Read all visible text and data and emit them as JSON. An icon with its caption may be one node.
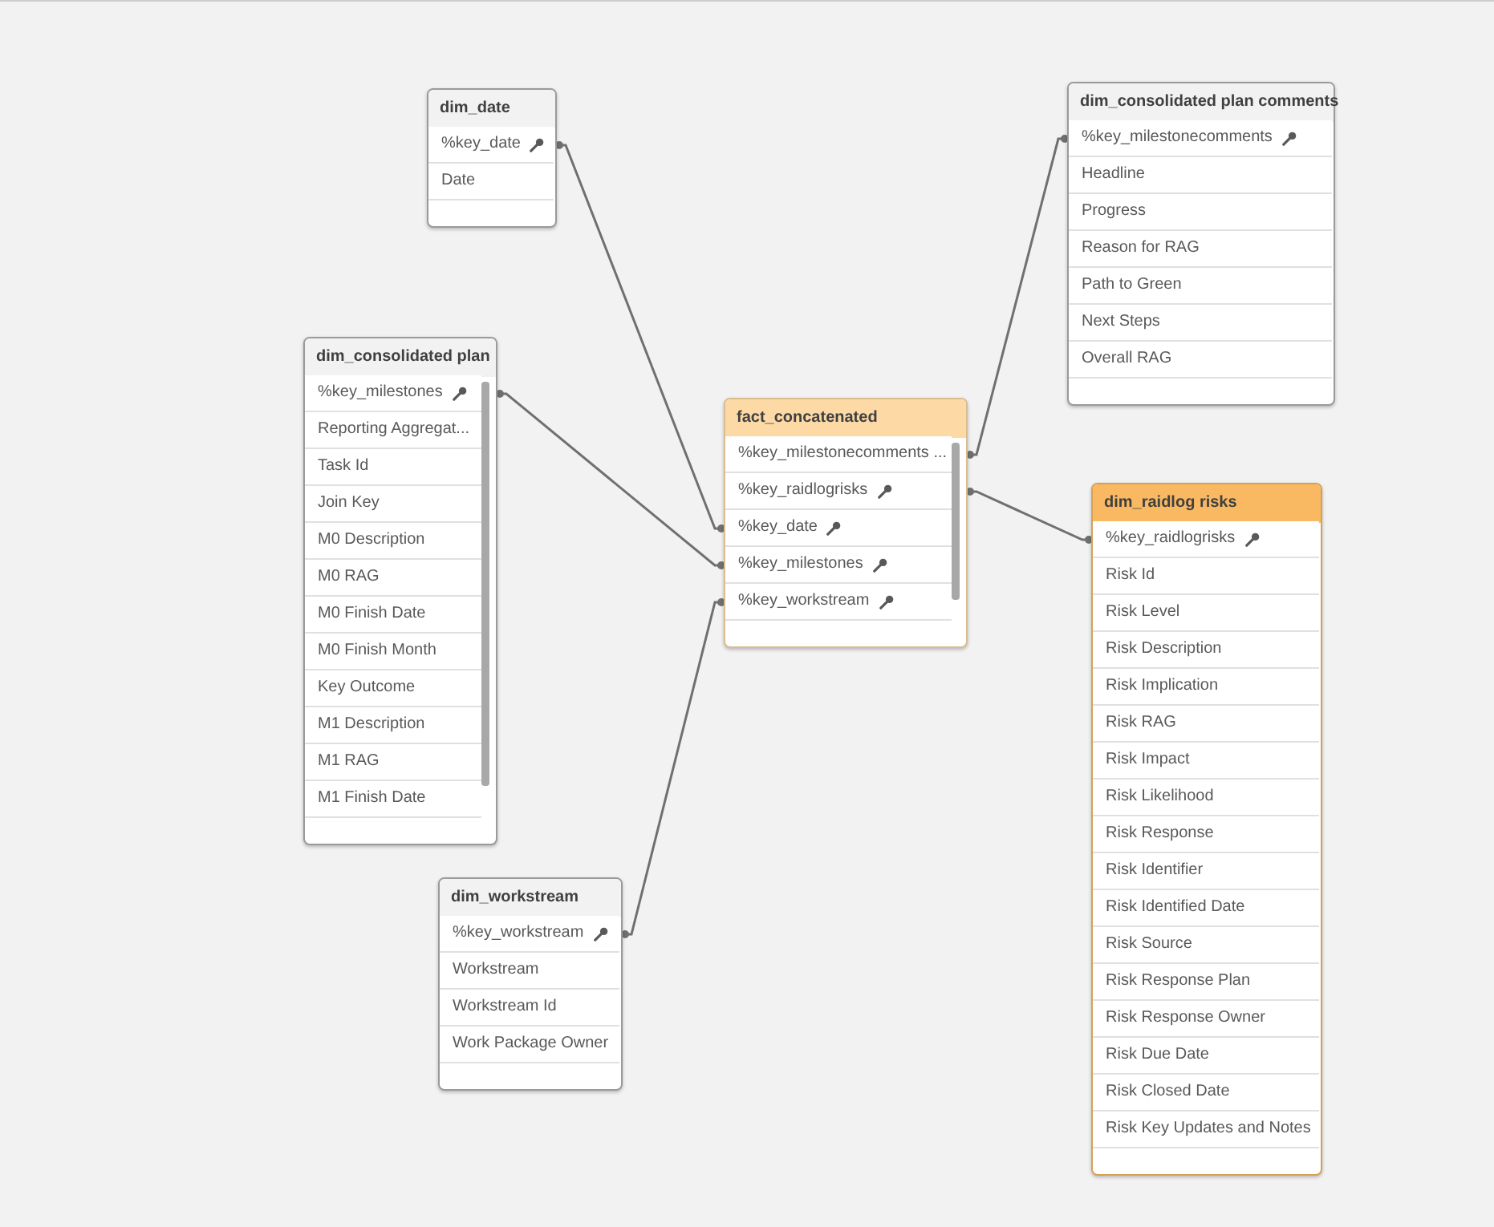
{
  "diagram": {
    "nodes": [
      {
        "text": [
          "dim_date"
        ]
      },
      {
        "text": [
          "%key_date"
        ],
        "in": 0
      },
      {
        "text": [
          "Date"
        ],
        "in": 0
      },
      {
        "text": [
          "dim_consolidated plan comments"
        ]
      },
      {
        "text": [
          "%key_milestonecomments"
        ],
        "in": 3
      },
      {
        "text": [
          "Headline"
        ],
        "in": 3
      },
      {
        "text": [
          "Progress"
        ],
        "in": 3
      },
      {
        "text": [
          "Reason for RAG"
        ],
        "in": 3
      },
      {
        "text": [
          "Path to Green"
        ],
        "in": 3
      },
      {
        "text": [
          "Next Steps"
        ],
        "in": 3
      },
      {
        "text": [
          "Overall RAG"
        ],
        "in": 3
      },
      {
        "text": [
          "dim_consolidated plan"
        ]
      },
      {
        "text": [
          "%key_milestones"
        ],
        "in": 11
      },
      {
        "text": [
          "Reporting Aggregat..."
        ],
        "in": 11
      },
      {
        "text": [
          "Task Id"
        ],
        "in": 11
      },
      {
        "text": [
          "Join Key"
        ],
        "in": 11
      },
      {
        "text": [
          "M0 Description"
        ],
        "in": 11
      },
      {
        "text": [
          "M0 RAG"
        ],
        "in": 11
      },
      {
        "text": [
          "M0 Finish Date"
        ],
        "in": 11
      },
      {
        "text": [
          "M0 Finish Month"
        ],
        "in": 11
      },
      {
        "text": [
          "Key Outcome"
        ],
        "in": 11
      },
      {
        "text": [
          "M1 Description"
        ],
        "in": 11
      },
      {
        "text": [
          "M1 RAG"
        ],
        "in": 11
      },
      {
        "text": [
          "M1 Finish Date"
        ],
        "in": 11
      },
      {
        "text": [
          "fact_concatenated"
        ]
      },
      {
        "text": [
          "%key_milestonecomments ..."
        ],
        "in": 24
      },
      {
        "text": [
          "%key_raidlogrisks"
        ],
        "in": 24
      },
      {
        "text": [
          "%key_date"
        ],
        "in": 24
      },
      {
        "text": [
          "%key_milestones"
        ],
        "in": 24
      },
      {
        "text": [
          "%key_workstream"
        ],
        "in": 24
      },
      {
        "text": [
          "dim_raidlog risks"
        ]
      },
      {
        "text": [
          "%key_raidlogrisks"
        ],
        "in": 30
      },
      {
        "text": [
          "Risk Id"
        ],
        "in": 30
      },
      {
        "text": [
          "Risk Level"
        ],
        "in": 30
      },
      {
        "text": [
          "Risk Description"
        ],
        "in": 30
      },
      {
        "text": [
          "Risk Implication"
        ],
        "in": 30
      },
      {
        "text": [
          "Risk RAG"
        ],
        "in": 30
      },
      {
        "text": [
          "Risk Impact"
        ],
        "in": 30
      },
      {
        "text": [
          "Risk Likelihood"
        ],
        "in": 30
      },
      {
        "text": [
          "Risk Response"
        ],
        "in": 30
      },
      {
        "text": [
          "Risk Identifier"
        ],
        "in": 30
      },
      {
        "text": [
          "Risk Identified Date"
        ],
        "in": 30
      },
      {
        "text": [
          "Risk Source"
        ],
        "in": 30
      },
      {
        "text": [
          "Risk Response Plan"
        ],
        "in": 30
      },
      {
        "text": [
          "Risk Response Owner"
        ],
        "in": 30
      },
      {
        "text": [
          "Risk Due Date"
        ],
        "in": 30
      },
      {
        "text": [
          "Risk Closed Date"
        ],
        "in": 30
      },
      {
        "text": [
          "Risk Key Updates and Notes"
        ],
        "in": 30
      },
      {
        "text": [
          "dim_workstream"
        ]
      },
      {
        "text": [
          "%key_workstream"
        ],
        "in": 48
      },
      {
        "text": [
          "Workstream"
        ],
        "in": 48
      },
      {
        "text": [
          "Workstream Id"
        ],
        "in": 48
      },
      {
        "text": [
          "Work Package Owner"
        ],
        "in": 48
      }
    ],
    "edges": [
      {
        "from": 1,
        "to": 27,
        "arrow": "other"
      },
      {
        "from": 12,
        "to": 28,
        "arrow": "other"
      },
      {
        "from": 49,
        "to": 29,
        "arrow": "other"
      },
      {
        "from": 25,
        "to": 4,
        "arrow": "other"
      },
      {
        "from": 26,
        "to": 31,
        "arrow": "other"
      }
    ]
  }
}
